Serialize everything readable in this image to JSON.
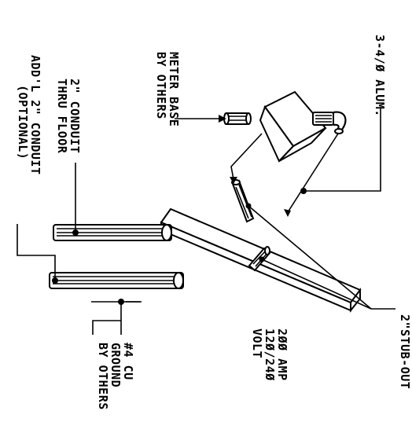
{
  "labels": {
    "wire": "3-4/Ø ALUM.",
    "stub_out": "2\"STUB-OUT",
    "rating_line1": "2ØØ AMP",
    "rating_line2": "12Ø/24Ø",
    "rating_line3": "VOLT",
    "ground_line1": "#4 CU",
    "ground_line2": "GROUND",
    "ground_line3": "BY OTHERS",
    "meter_line1": "METER BASE",
    "meter_line2": "BY OTHERS",
    "conduit_line1": "2\" CONDUIT",
    "conduit_line2": "THRU FLOOR",
    "addl_line1": "ADD'L 2\" CONDUIT",
    "addl_line2": "(OPTIONAL)"
  }
}
